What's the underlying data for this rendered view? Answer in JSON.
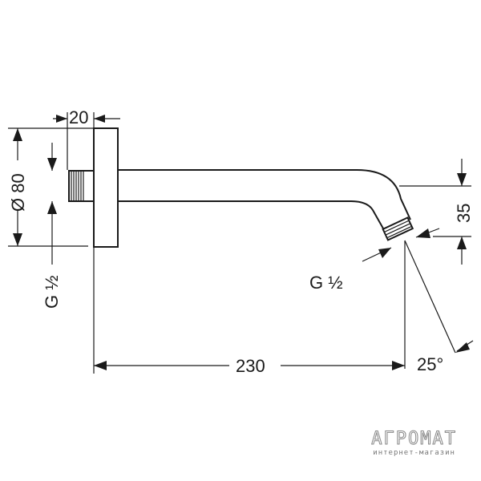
{
  "dimensions": {
    "flange_thickness": "20",
    "flange_diameter": "Ø 80",
    "thread_left": "G ½",
    "thread_right": "G ½",
    "drop": "35",
    "length": "230",
    "angle": "25°"
  },
  "watermark": {
    "brand": "АГРОМАТ",
    "tagline": "интернет-магазин"
  }
}
